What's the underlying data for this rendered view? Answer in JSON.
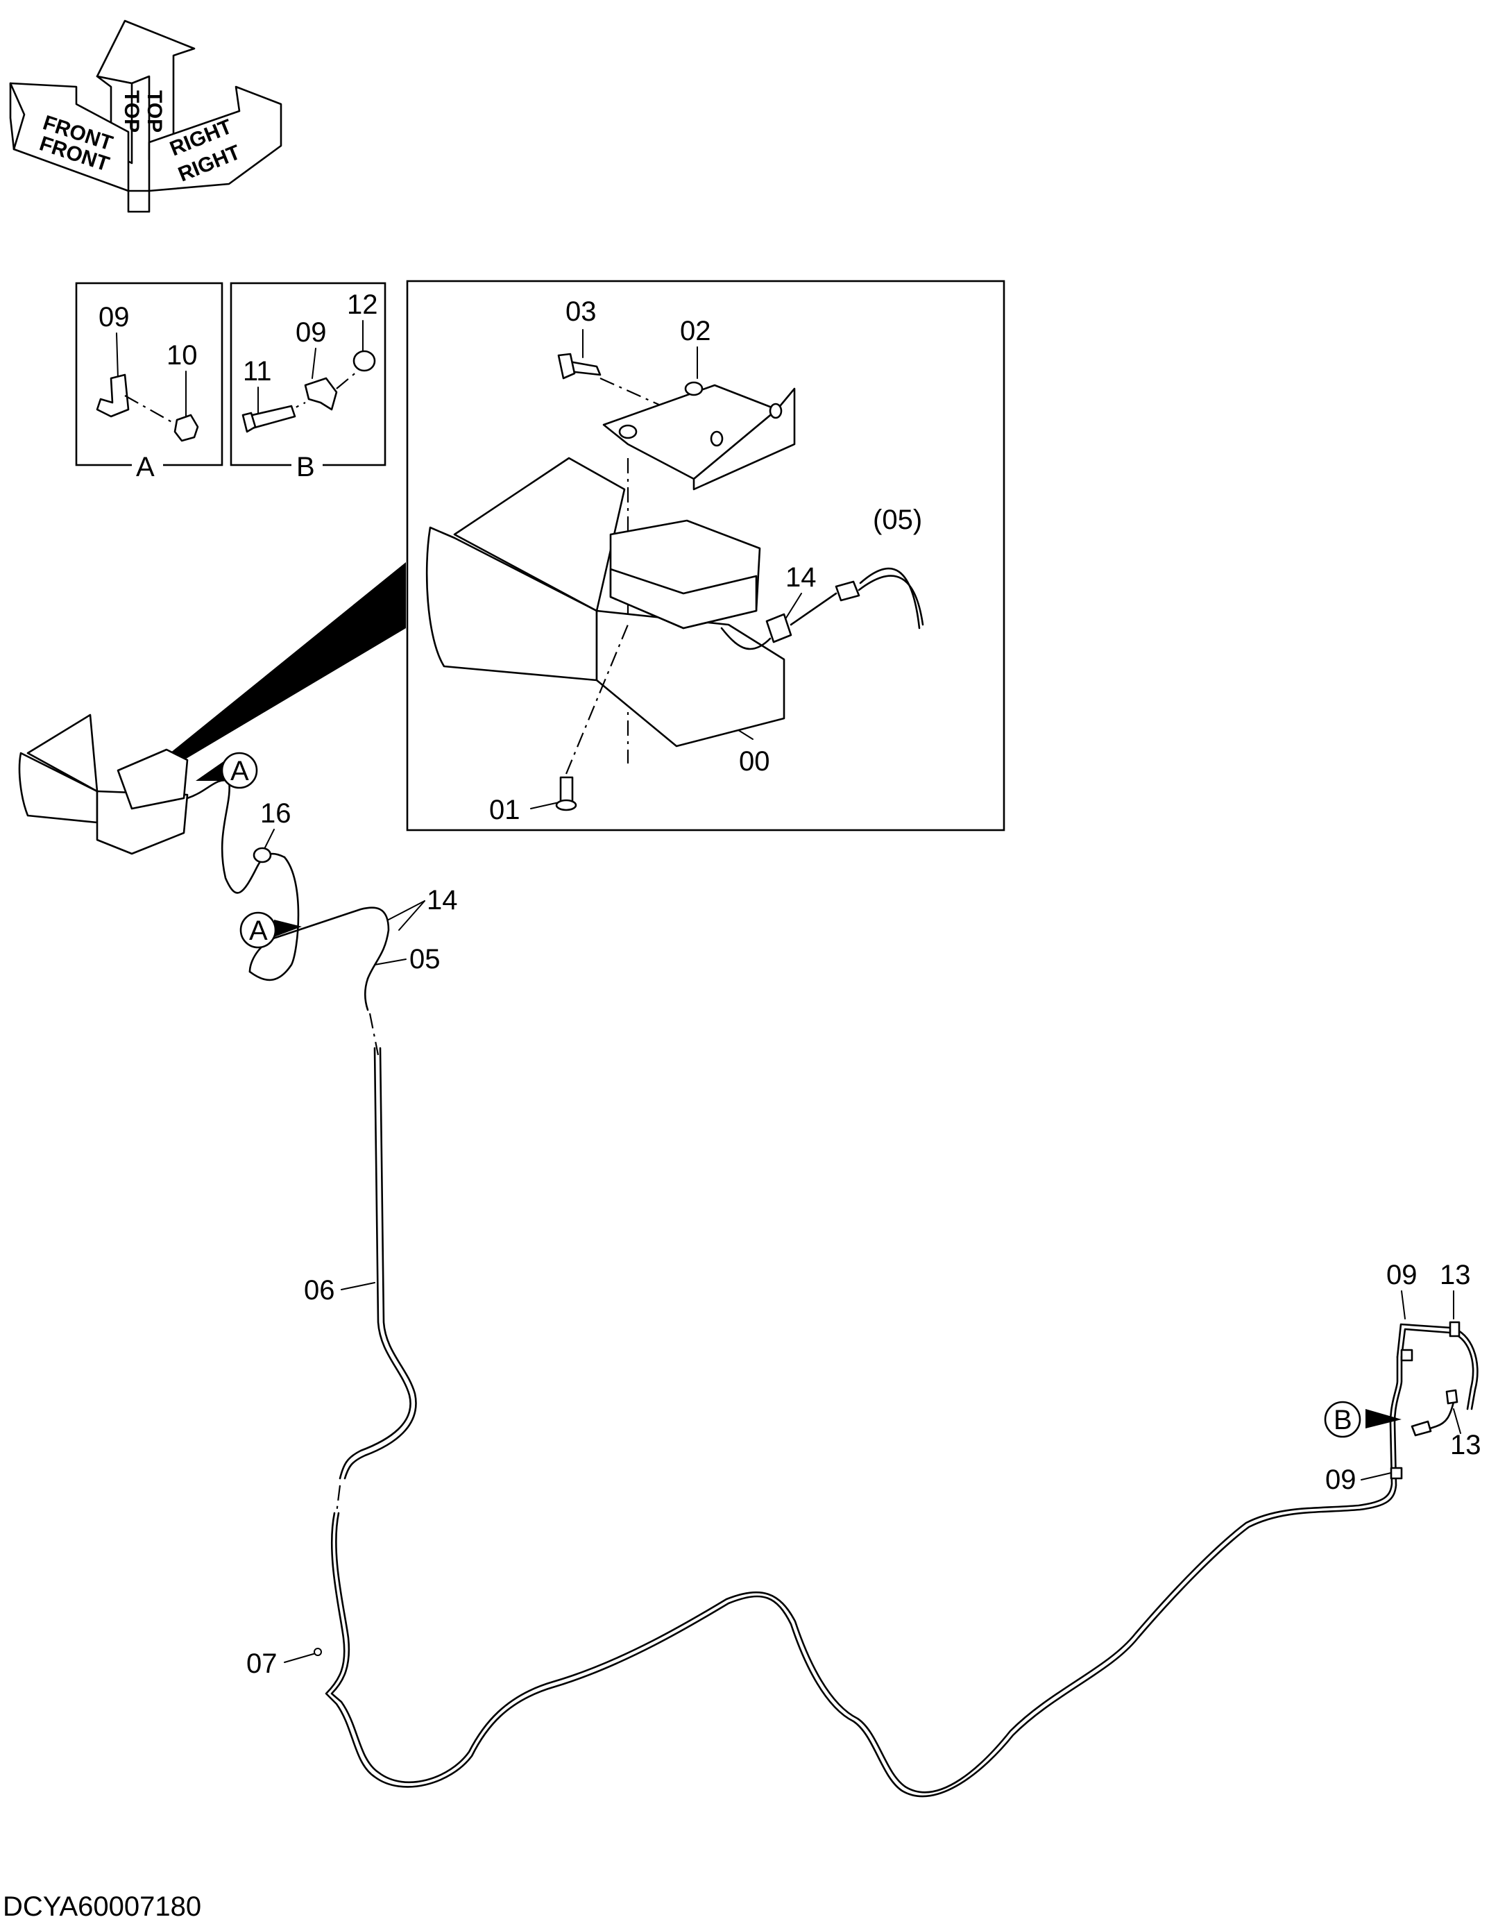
{
  "orientation": {
    "top_label": "TOP",
    "front_label": "FRONT",
    "right_label": "RIGHT"
  },
  "detail_a": {
    "caption": "A",
    "labels": [
      "09",
      "10"
    ]
  },
  "detail_b": {
    "caption": "B",
    "labels": [
      "12",
      "09",
      "11"
    ]
  },
  "main_detail": {
    "labels": [
      "03",
      "02",
      "(05)",
      "14",
      "00",
      "01"
    ]
  },
  "assembly": {
    "callout_a": "A",
    "callout_b": "B",
    "labels": [
      "16",
      "14",
      "05",
      "06",
      "07",
      "09",
      "13",
      "13",
      "09"
    ]
  },
  "drawing_code": "DCYA60007180"
}
